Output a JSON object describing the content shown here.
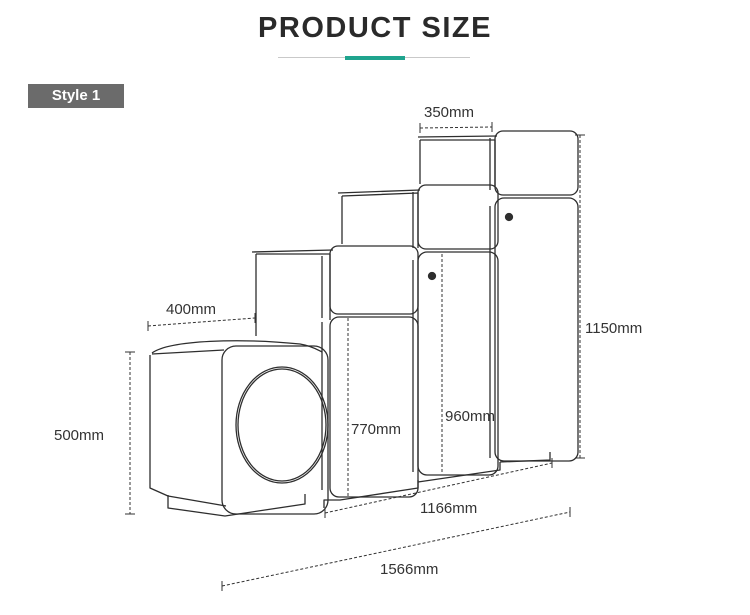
{
  "header": {
    "title": "PRODUCT SIZE",
    "accent_color": "#1fa48e"
  },
  "style_badge": {
    "label": "Style 1"
  },
  "dimensions": {
    "top_depth": "350mm",
    "step_depth": "400mm",
    "total_height": "1150mm",
    "seat_height": "500mm",
    "mid_height": "770mm",
    "tall_height": "960mm",
    "cabinet_width": "1166mm",
    "total_width": "1566mm"
  }
}
